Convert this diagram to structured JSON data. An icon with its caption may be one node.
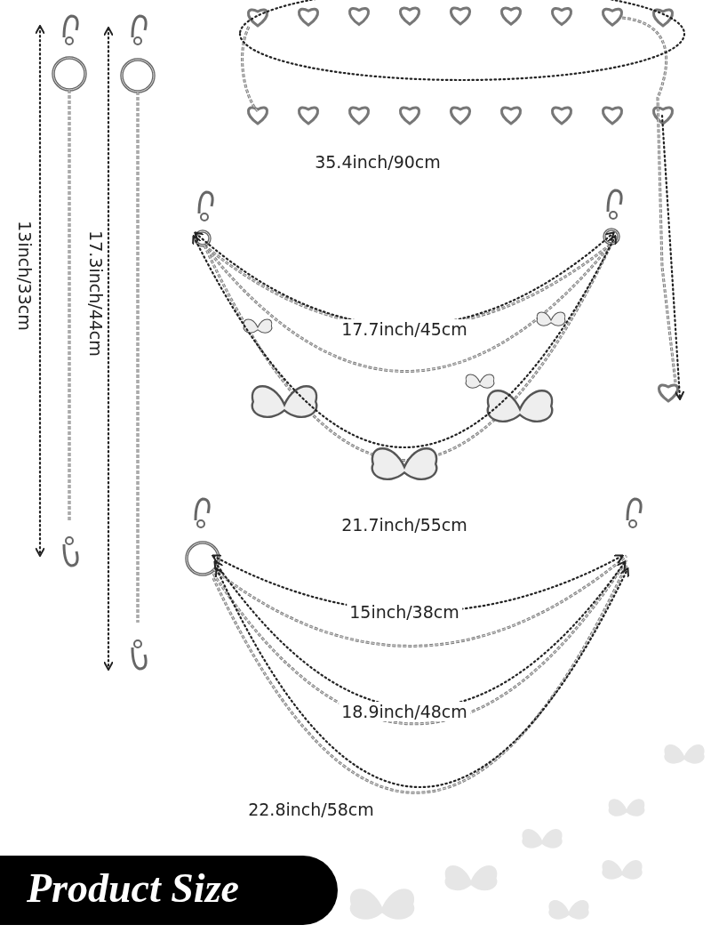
{
  "diagram": {
    "title": "Product Size",
    "labels": [
      "35.4inch/90cm",
      "13inch/33cm",
      "17.3inch/44cm",
      "17.7inch/45cm",
      "21.7inch/55cm",
      "15inch/38cm",
      "18.9inch/48cm",
      "22.8inch/58cm"
    ]
  }
}
